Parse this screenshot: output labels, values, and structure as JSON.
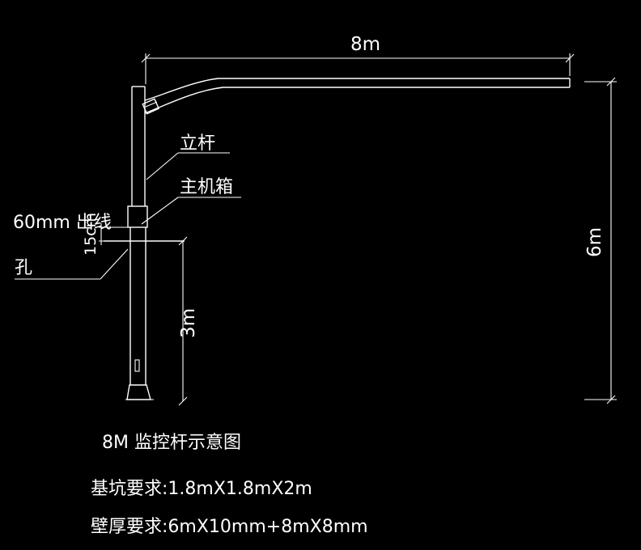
{
  "colors": {
    "background": "#000000",
    "line": "#ffffff"
  },
  "dimensions": {
    "width_label": "8m",
    "height_label": "6m",
    "depth_label": "3m",
    "hole_label": "15cm"
  },
  "labels": {
    "pole": "立杆",
    "control_box": "主机箱",
    "cable_hole_line1": "60mm 出线",
    "cable_hole_line2": "孔"
  },
  "notes": {
    "title": "8M 监控杆示意图",
    "pit": "基坑要求:1.8mX1.8mX2m",
    "wall": "壁厚要求:6mX10mm+8mX8mm"
  }
}
